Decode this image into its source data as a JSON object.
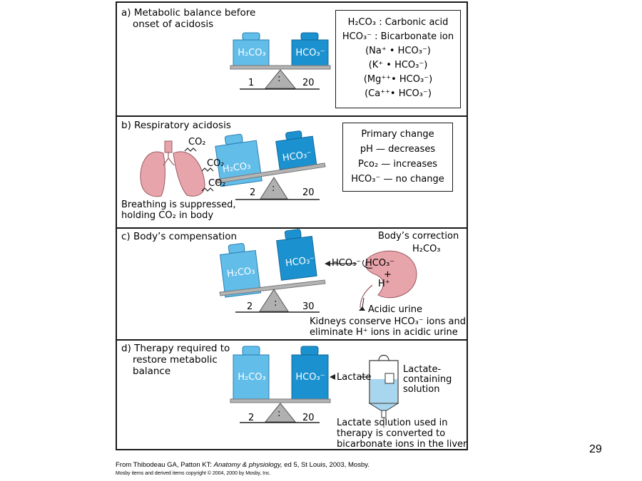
{
  "page_number": "29",
  "citation": {
    "prefix": "From Thibodeau GA, Patton KT: ",
    "book": "Anatomy & physiology,",
    "suffix": " ed 5, St Louis, 2003, Mosby."
  },
  "copyright": "Mosby items and derived items copyright © 2004, 2000 by Mosby, Inc.",
  "colors": {
    "light_blue": "#62bde9",
    "dark_blue": "#1b92cf",
    "kidney_lung_pink": "#e7a5ab",
    "beam_gray": "#b4b4b4",
    "fulcrum_gray": "#b0b0b0"
  },
  "panel_a": {
    "title_line1": "a) Metabolic balance before",
    "title_line2": "onset of acidosis",
    "left_weight": "H₂CO₃",
    "right_weight": "HCO₃⁻",
    "left_num": "1",
    "right_num": "20",
    "ratio_colon": ":",
    "legend": [
      "H₂CO₃ : Carbonic acid",
      "HCO₃⁻ : Bicarbonate ion",
      "(Na⁺ • HCO₃⁻)",
      "(K⁺ • HCO₃⁻)",
      "(Mg⁺⁺• HCO₃⁻)",
      "(Ca⁺⁺• HCO₃⁻)"
    ]
  },
  "panel_b": {
    "title": "b) Respiratory acidosis",
    "co2_labels": [
      "CO₂",
      "CO₂",
      "CO₂"
    ],
    "left_weight": "H₂CO₃",
    "right_weight": "HCO₃⁻",
    "left_num": "2",
    "right_num": "20",
    "ratio_colon": ":",
    "caption_line1": "Breathing is suppressed,",
    "caption_line2": "holding CO₂ in body",
    "box": [
      "Primary change",
      "pH — decreases",
      "Pco₂ — increases",
      "HCO₃⁻ — no change"
    ]
  },
  "panel_c": {
    "title": "c) Body’s compensation",
    "correction_line1": "Body’s correction",
    "correction_line2": "H₂CO₃",
    "left_weight": "H₂CO₃",
    "right_weight": "HCO₃⁻",
    "arrow_label": "HCO₃⁻",
    "kidney_hco3": "HCO₃⁻",
    "kidney_plus": "+",
    "kidney_h": "H⁺",
    "acidic_urine": "Acidic urine",
    "left_num": "2",
    "right_num": "30",
    "ratio_colon": ":",
    "caption_line1": "Kidneys conserve HCO₃⁻ ions and",
    "caption_line2": "eliminate H⁺ ions in acidic urine"
  },
  "panel_d": {
    "title_line1": "d) Therapy required to",
    "title_line2": "restore metabolic",
    "title_line3": "balance",
    "left_weight": "H₂CO₃",
    "right_weight": "HCO₃⁻",
    "arrow_label": "Lactate",
    "bag_label_line1": "Lactate-",
    "bag_label_line2": "containing",
    "bag_label_line3": "solution",
    "left_num": "2",
    "right_num": "20",
    "ratio_colon": ":",
    "caption_line1": "Lactate solution used in",
    "caption_line2": "therapy is converted to",
    "caption_line3": "bicarbonate ions in the liver"
  }
}
